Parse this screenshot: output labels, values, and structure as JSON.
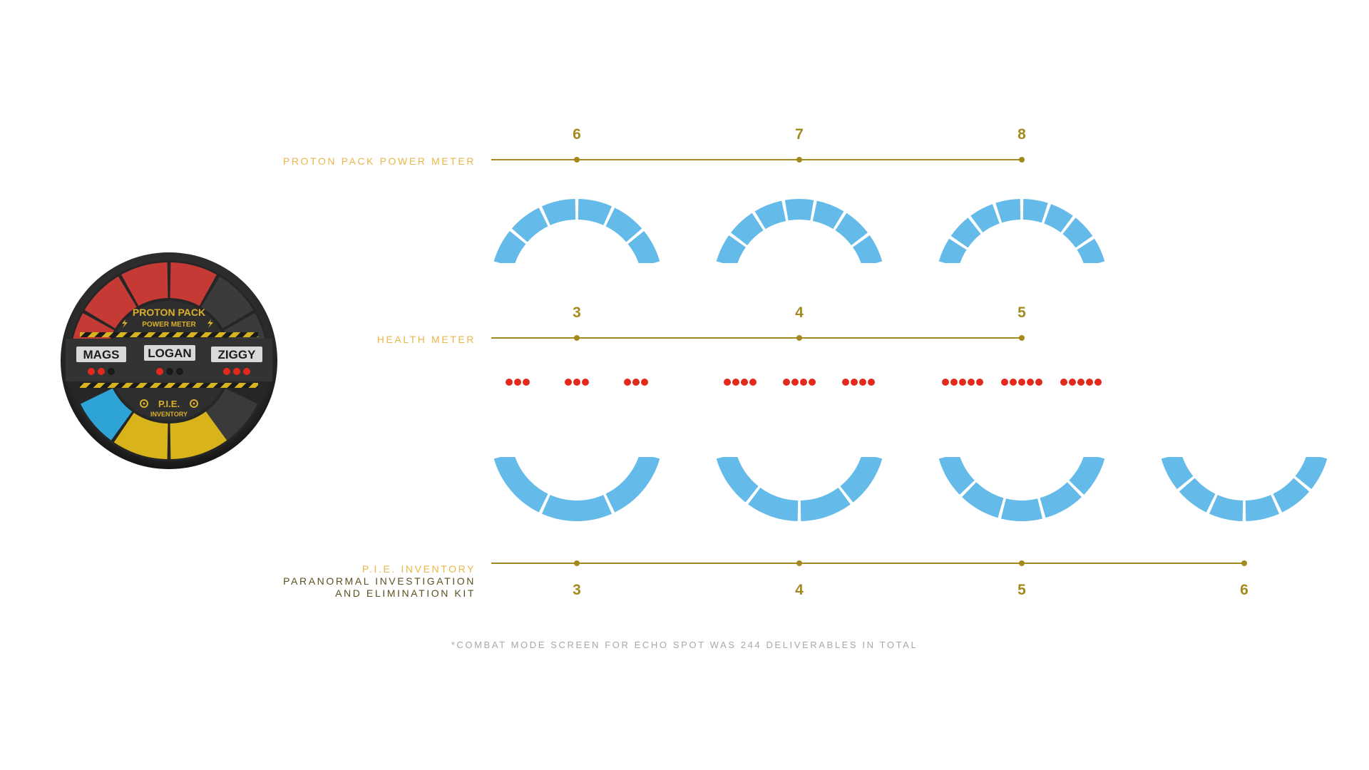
{
  "badge": {
    "title_line1": "PROTON PACK",
    "title_line2": "POWER METER",
    "names": [
      "MAGS",
      "LOGAN",
      "ZIGGY"
    ],
    "inventory_line1": "P.I.E.",
    "inventory_line2": "INVENTORY"
  },
  "rows": [
    {
      "label_lines": [
        "PROTON PACK POWER METER"
      ],
      "variants": [
        "6",
        "7",
        "8"
      ],
      "meter": "top-arc",
      "segments": [
        6,
        7,
        8
      ]
    },
    {
      "label_lines": [
        "HEALTH METER"
      ],
      "variants": [
        "3",
        "4",
        "5"
      ],
      "meter": "dots",
      "dots_per_group": [
        3,
        4,
        5
      ],
      "groups_per_variant": 3
    },
    {
      "label_lines": [
        "P.I.E. INVENTORY",
        "PARANORMAL INVESTIGATION",
        "AND ELIMINATION KIT"
      ],
      "variants": [
        "3",
        "4",
        "5",
        "6"
      ],
      "meter": "bottom-arc",
      "segments": [
        3,
        4,
        5,
        6
      ]
    }
  ],
  "footnote": "*COMBAT MODE SCREEN FOR ECHO SPOT WAS 244 DELIVERABLES IN TOTAL",
  "colors": {
    "gold": "#a48a1e",
    "label_gold": "#e8b64a",
    "label_dark": "#5b5120",
    "arc_blue": "#64bae8",
    "dot_red": "#e3291b",
    "footnote_gray": "#a9a9a9"
  }
}
